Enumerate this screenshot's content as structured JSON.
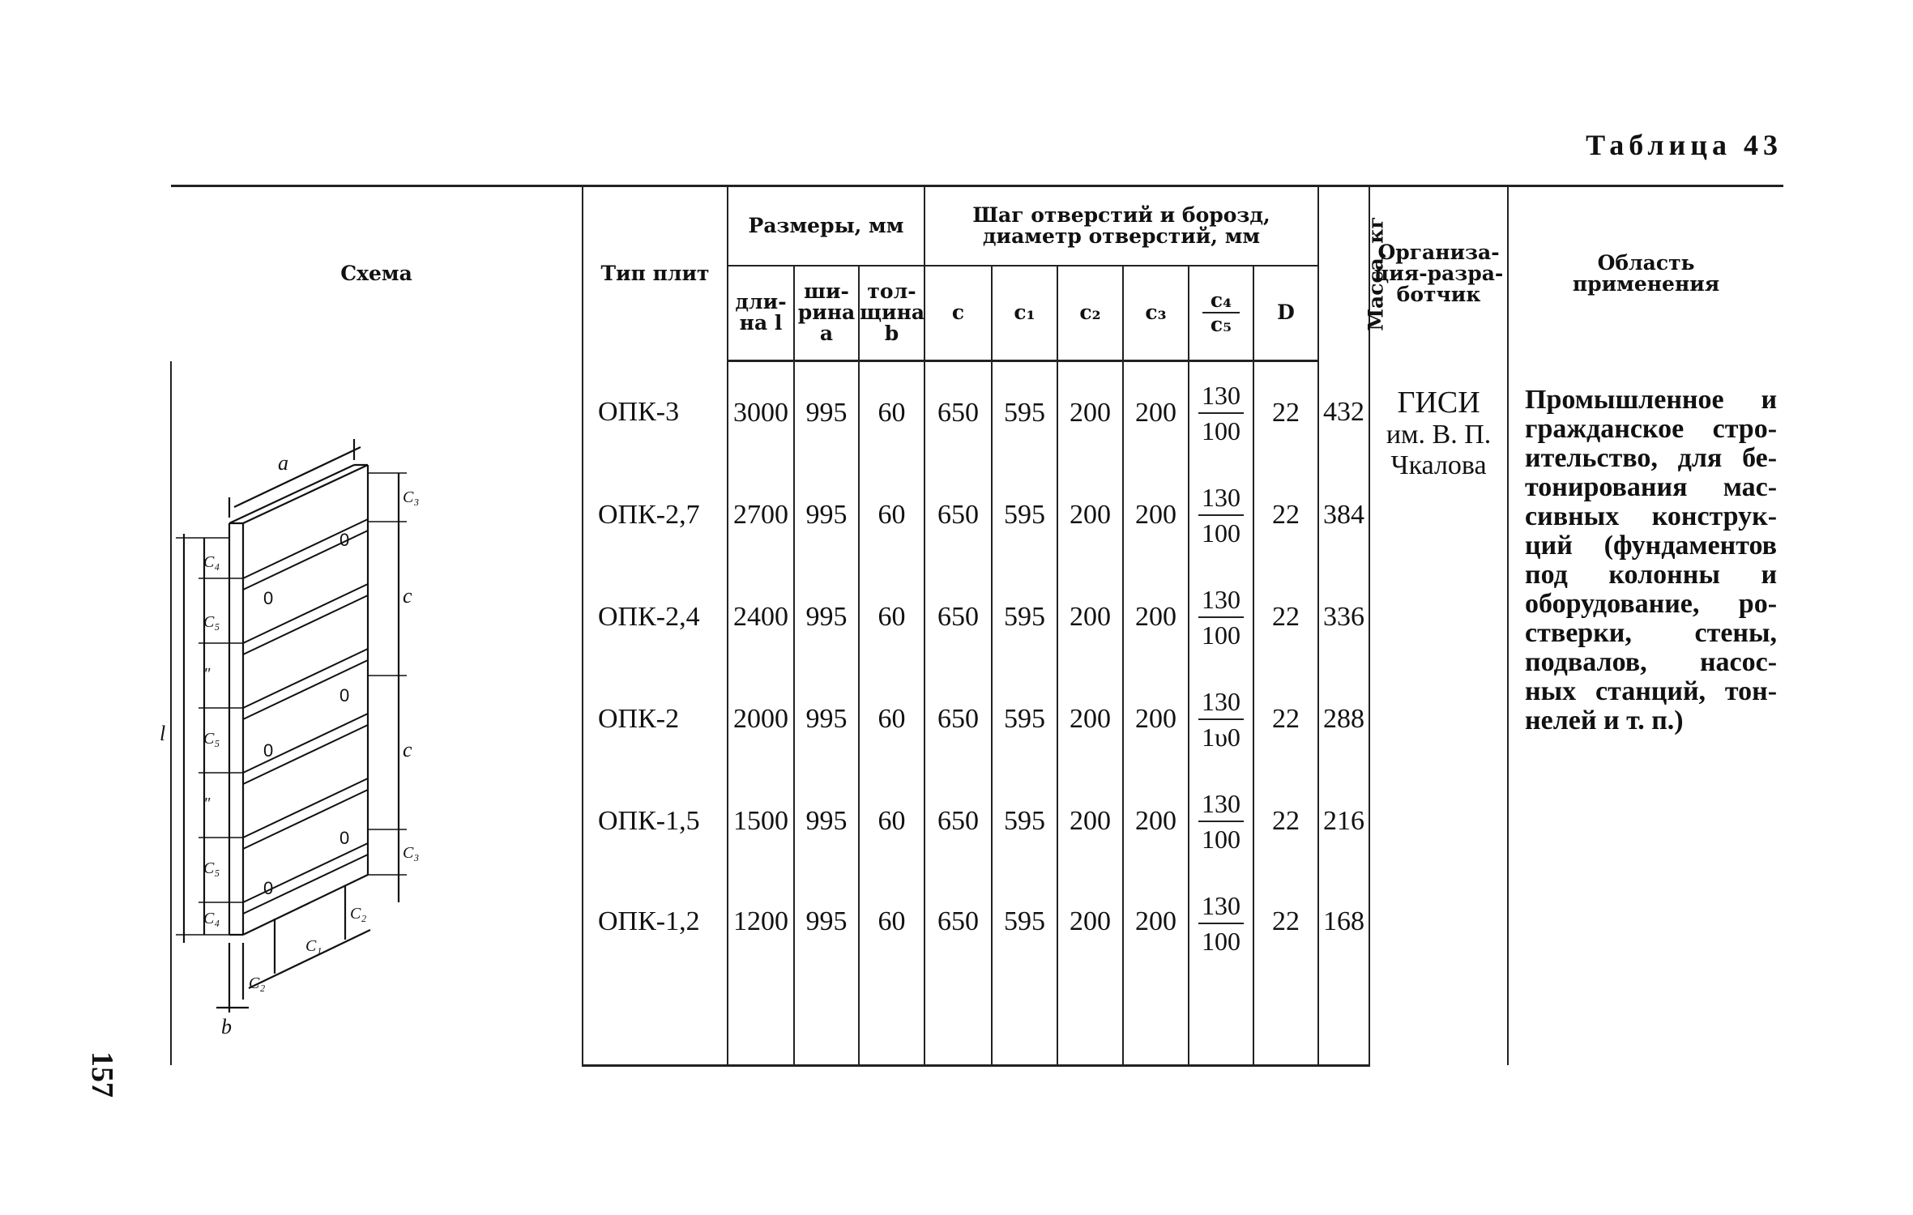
{
  "table_title": "Таблица 43",
  "page_number": "157",
  "headers": {
    "schema": "Схема",
    "type": "Тип плит",
    "sizes": "Размеры, мм",
    "length": [
      "дли-",
      "на l"
    ],
    "width": [
      "ши-",
      "рина",
      "a"
    ],
    "thickness": [
      "тол-",
      "щина",
      "b"
    ],
    "holes": [
      "Шаг отверстий и борозд,",
      "диаметр отверстий, мм"
    ],
    "c": "c",
    "c1": "c₁",
    "c2": "c₂",
    "c3": "c₃",
    "c4": "c₄",
    "c5": "c₅",
    "D": "D",
    "mass": "Масса, кг",
    "org": [
      "Организа-",
      "ция-разра-",
      "ботчик"
    ],
    "area": [
      "Область",
      "применения"
    ]
  },
  "rows": [
    {
      "type": "ОПК-3",
      "l": "3000",
      "a": "995",
      "b": "60",
      "c": "650",
      "c1": "595",
      "c2": "200",
      "c3": "200",
      "c4": "130",
      "c5": "100",
      "D": "22",
      "mass": "432"
    },
    {
      "type": "ОПК-2,7",
      "l": "2700",
      "a": "995",
      "b": "60",
      "c": "650",
      "c1": "595",
      "c2": "200",
      "c3": "200",
      "c4": "130",
      "c5": "100",
      "D": "22",
      "mass": "384"
    },
    {
      "type": "ОПК-2,4",
      "l": "2400",
      "a": "995",
      "b": "60",
      "c": "650",
      "c1": "595",
      "c2": "200",
      "c3": "200",
      "c4": "130",
      "c5": "100",
      "D": "22",
      "mass": "336"
    },
    {
      "type": "ОПК-2",
      "l": "2000",
      "a": "995",
      "b": "60",
      "c": "650",
      "c1": "595",
      "c2": "200",
      "c3": "200",
      "c4": "130",
      "c5": "1υ0",
      "D": "22",
      "mass": "288"
    },
    {
      "type": "ОПК-1,5",
      "l": "1500",
      "a": "995",
      "b": "60",
      "c": "650",
      "c1": "595",
      "c2": "200",
      "c3": "200",
      "c4": "130",
      "c5": "100",
      "D": "22",
      "mass": "216"
    },
    {
      "type": "ОПК-1,2",
      "l": "1200",
      "a": "995",
      "b": "60",
      "c": "650",
      "c1": "595",
      "c2": "200",
      "c3": "200",
      "c4": "130",
      "c5": "100",
      "D": "22",
      "mass": "168"
    }
  ],
  "org": [
    "ГИСИ",
    "им. В. П.",
    "Чкалова"
  ],
  "area": [
    "Промышленное и",
    "гражданское стро-",
    "ительство, для бе-",
    "тонирования мас-",
    "сивных конструк-",
    "ций (фундаментов",
    "под колонны и",
    "оборудование, ро-",
    "стверки, стены,",
    "подвалов, насос-",
    "ных станций, тон-",
    "нелей и т. п.)"
  ],
  "diagram_labels": {
    "a": "a",
    "l": "l",
    "b": "b",
    "c": "c",
    "c1": "C₁",
    "c2": "C₂",
    "c3": "C₃",
    "c4": "C₄",
    "c5": "C₅",
    "ditto": "\"",
    "hole": "0"
  }
}
